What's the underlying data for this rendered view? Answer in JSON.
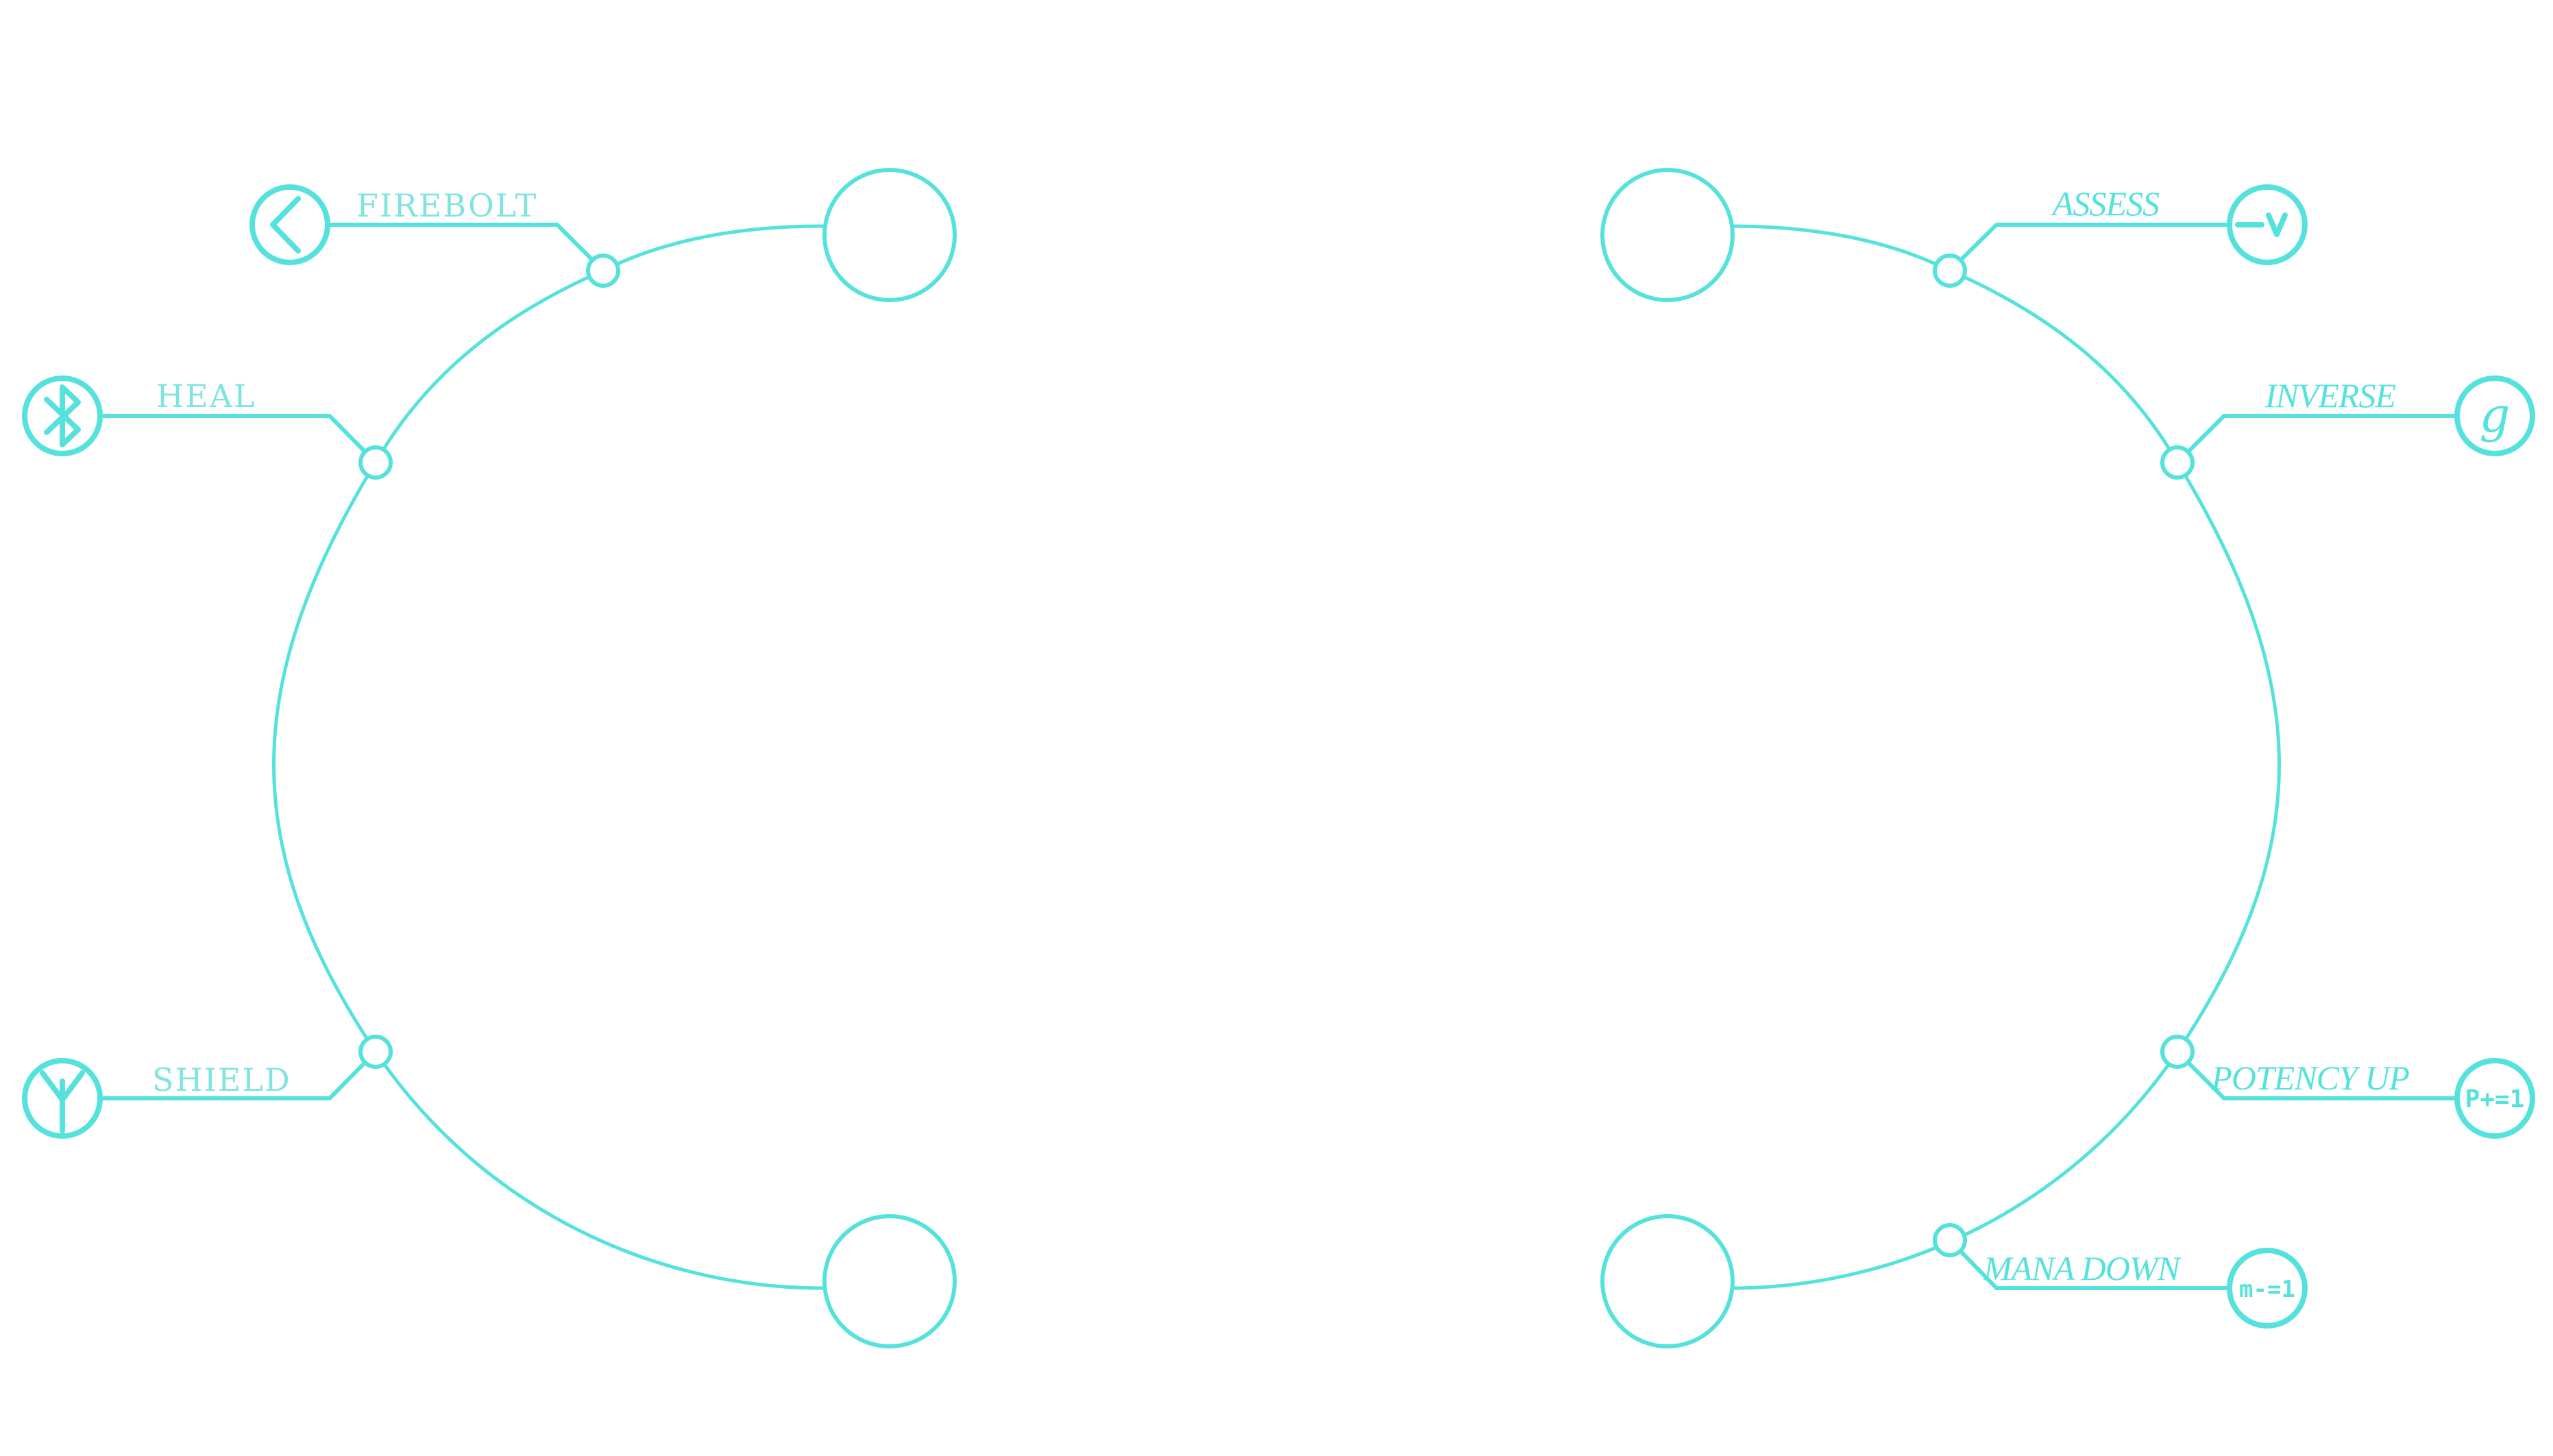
{
  "colors": {
    "accent": "#55e2dc",
    "label_left": "#7fe4de",
    "background": "#ffffff"
  },
  "left_wheel": {
    "spells": [
      {
        "label": "FIREBOLT",
        "icon": "chevron-left-icon"
      },
      {
        "label": "HEAL",
        "icon": "bluetooth-rune-icon"
      },
      {
        "label": "SHIELD",
        "icon": "algiz-rune-icon"
      }
    ]
  },
  "right_wheel": {
    "spells": [
      {
        "label": "ASSESS",
        "icon": "minus-v-icon",
        "glyph": ""
      },
      {
        "label": "INVERSE",
        "icon": "script-g-icon",
        "glyph": "g"
      },
      {
        "label": "POTENCY UP",
        "icon": "potency-formula-icon",
        "glyph": "P+=1"
      },
      {
        "label": "MANA DOWN",
        "icon": "mana-formula-icon",
        "glyph": "m-=1"
      }
    ]
  }
}
